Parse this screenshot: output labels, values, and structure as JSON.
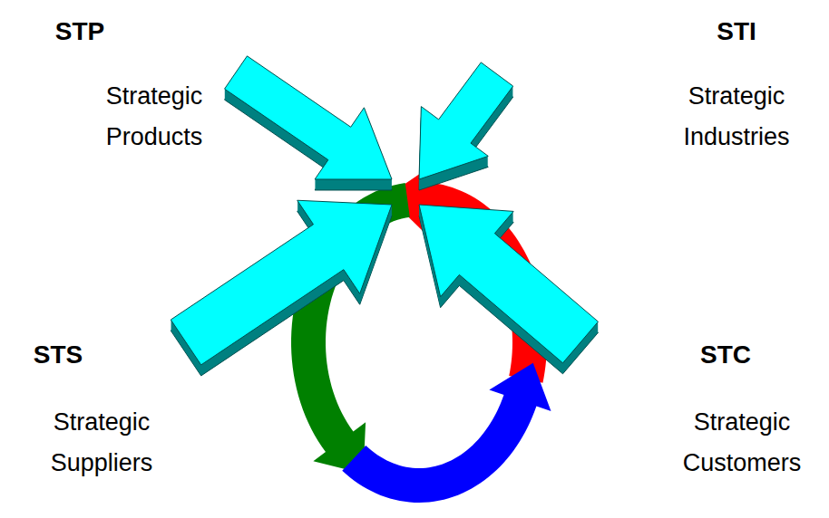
{
  "diagram": {
    "labels": [
      "STP",
      "Strategic Products",
      "STI",
      "Strategic Industries",
      "STS",
      "Strategic Suppliers",
      "STC",
      "Strategic Customers"
    ]
  }
}
